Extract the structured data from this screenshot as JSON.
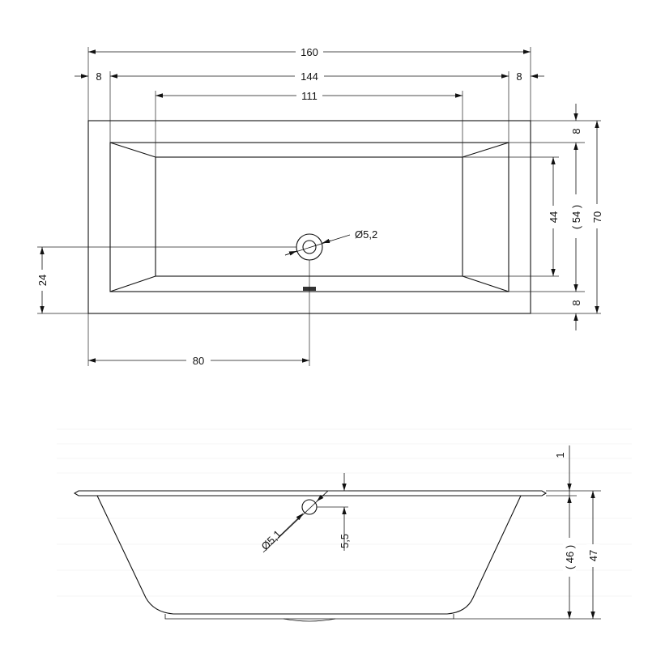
{
  "top_view": {
    "dim_overall_length": "160",
    "dim_rim_left": "8",
    "dim_inner_length": "144",
    "dim_rim_right": "8",
    "dim_bottom_length": "111",
    "dim_rim_top": "8",
    "dim_inner_width": "( 54 )",
    "dim_overall_width": "70",
    "dim_bottom_width": "44",
    "dim_rim_bottom": "8",
    "dim_drain_from_edge": "24",
    "dim_drain_from_side": "80",
    "drain_diameter": "Ø5,2"
  },
  "side_view": {
    "dim_rim_thickness": "1",
    "dim_total_depth": "47",
    "dim_inner_depth": "( 46 )",
    "overflow_diameter": "Ø5,1",
    "overflow_offset": "5,5"
  }
}
